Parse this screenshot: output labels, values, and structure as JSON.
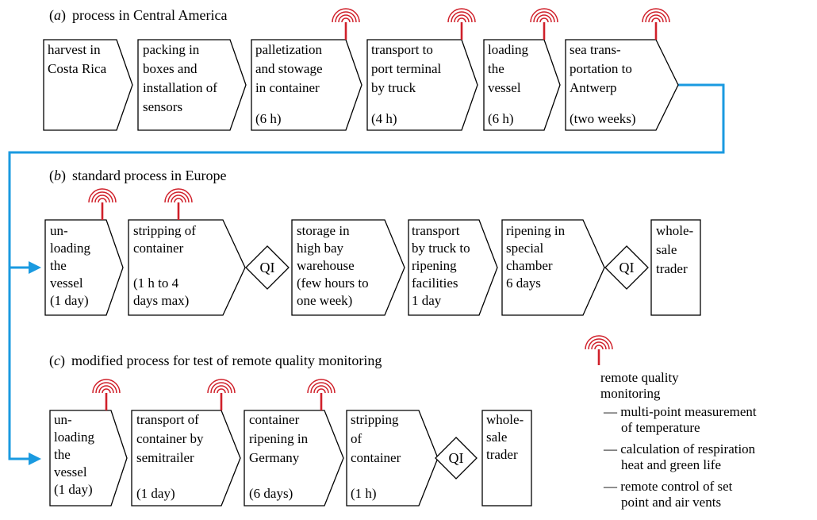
{
  "sections": [
    {
      "letter": "a",
      "title": "process in Central America",
      "steps": [
        {
          "lines": [
            "harvest in",
            "Costa Rica"
          ],
          "duration": "",
          "sensor": false
        },
        {
          "lines": [
            "packing in",
            "boxes and",
            "installation of",
            "sensors"
          ],
          "duration": "",
          "sensor": false
        },
        {
          "lines": [
            "palletization",
            "and stowage",
            "in container"
          ],
          "duration": "(6 h)",
          "sensor": true
        },
        {
          "lines": [
            "transport to",
            "port terminal",
            "by truck"
          ],
          "duration": "(4 h)",
          "sensor": true
        },
        {
          "lines": [
            "loading",
            "the",
            "vessel"
          ],
          "duration": "(6 h)",
          "sensor": true
        },
        {
          "lines": [
            "sea trans-",
            "portation to",
            "Antwerp"
          ],
          "duration": "(two weeks)",
          "sensor": true
        }
      ]
    },
    {
      "letter": "b",
      "title": "standard process in Europe",
      "steps": [
        {
          "lines": [
            "un-",
            "loading",
            "the",
            "vessel",
            "(1 day)"
          ],
          "sensor": true
        },
        {
          "lines": [
            "stripping of",
            "container"
          ],
          "duration_lines": [
            "(1 h to 4",
            "days max)"
          ],
          "sensor": true
        },
        {
          "qi": "QI"
        },
        {
          "lines": [
            "storage in",
            "high bay",
            "warehouse",
            "(few hours to",
            "one week)"
          ],
          "sensor": false
        },
        {
          "lines": [
            "transport",
            "by truck to",
            "ripening",
            "facilities",
            "1 day"
          ],
          "sensor": false
        },
        {
          "lines": [
            "ripening in",
            "special",
            "chamber",
            "6 days"
          ],
          "sensor": false
        },
        {
          "qi": "QI"
        },
        {
          "lines": [
            "whole-",
            "sale",
            "trader"
          ],
          "sensor": false
        }
      ]
    },
    {
      "letter": "c",
      "title": "modified process for test of remote quality monitoring",
      "steps": [
        {
          "lines": [
            "un-",
            "loading",
            "the",
            "vessel",
            "(1 day)"
          ],
          "sensor": true
        },
        {
          "lines": [
            "transport of",
            "container by",
            "semitrailer"
          ],
          "duration": "(1 day)",
          "sensor": true
        },
        {
          "lines": [
            "container",
            "ripening in",
            "Germany"
          ],
          "duration": "(6 days)",
          "sensor": true
        },
        {
          "lines": [
            "stripping",
            "of",
            "container"
          ],
          "duration": "(1 h)",
          "sensor": false
        },
        {
          "qi": "QI"
        },
        {
          "lines": [
            "whole-",
            "sale",
            "trader"
          ],
          "sensor": false
        }
      ]
    }
  ],
  "legend": {
    "heading": [
      "remote quality",
      "monitoring"
    ],
    "items": [
      [
        "— multi-point measurement",
        "of temperature"
      ],
      [
        "— calculation of respiration",
        "heat and green life"
      ],
      [
        "— remote control of set",
        "point and air vents"
      ]
    ]
  },
  "colors": {
    "flow_arrow": "#1a9ae0",
    "sensor_icon": "#d0202a"
  },
  "icons": {
    "sensor": "antenna-signal-icon"
  }
}
